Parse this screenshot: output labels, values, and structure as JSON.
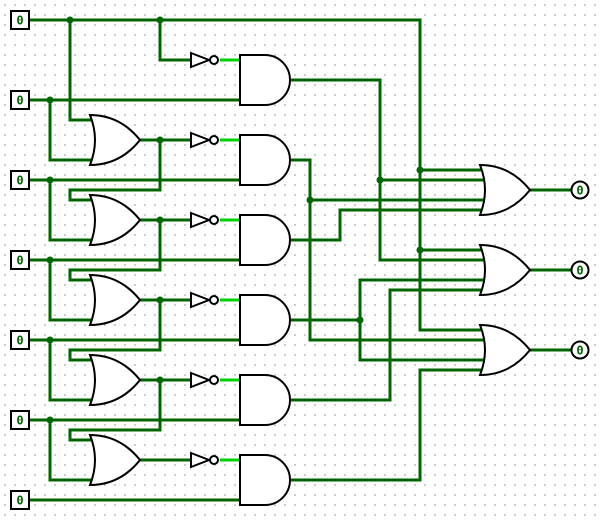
{
  "title": "Logisim circuit: 7-input priority chain to 3 OR outputs",
  "colors": {
    "wire_low": "#006400",
    "wire_high": "#00d200",
    "gate_stroke": "#000000",
    "background": "#ffffff",
    "grid_dot": "#8a8a8a"
  },
  "inputs": [
    {
      "id": "in0",
      "value": "0"
    },
    {
      "id": "in1",
      "value": "0"
    },
    {
      "id": "in2",
      "value": "0"
    },
    {
      "id": "in3",
      "value": "0"
    },
    {
      "id": "in4",
      "value": "0"
    },
    {
      "id": "in5",
      "value": "0"
    },
    {
      "id": "in6",
      "value": "0"
    }
  ],
  "outputs": [
    {
      "id": "out0",
      "value": "0"
    },
    {
      "id": "out1",
      "value": "0"
    },
    {
      "id": "out2",
      "value": "0"
    }
  ],
  "gates": {
    "or_chain_count": 5,
    "not_count": 6,
    "and_count": 6,
    "or_output_count": 3
  }
}
